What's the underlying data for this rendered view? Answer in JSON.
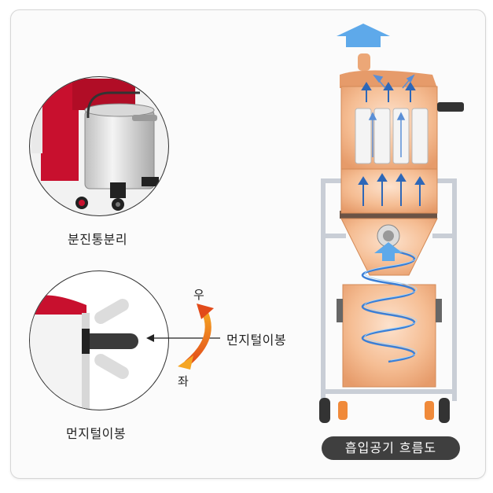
{
  "captions": {
    "separator": "분진통분리",
    "shaker_bottom": "먼지털이봉",
    "shaker_pointer": "먼지털이봉"
  },
  "directions": {
    "right": "우",
    "left": "좌"
  },
  "flow_badge": "흡입공기 흐름도",
  "colors": {
    "frame": "#d6d6d6",
    "tank_orange": "#f2b88e",
    "red_machine": "#c8102e",
    "air_blue": "#3b7fd6",
    "badge_bg": "#3f3f3f"
  }
}
